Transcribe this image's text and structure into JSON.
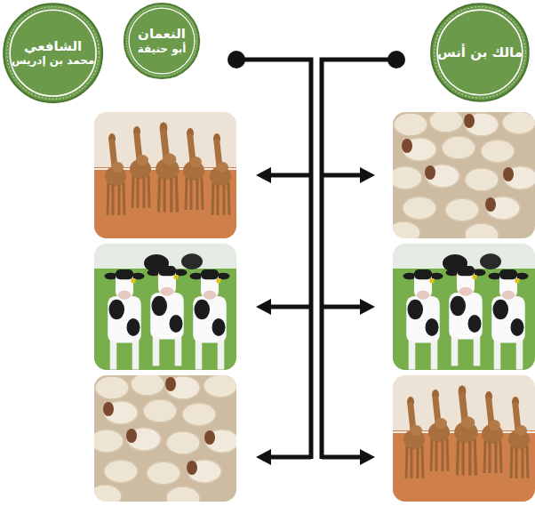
{
  "diagram": {
    "nodes": [
      {
        "text": [
          "مالك بن أنس"
        ]
      },
      {
        "text": [
          "النعمان",
          "أبو حنيفة"
        ]
      },
      {
        "text": [
          "الشافعي",
          "محمد بن إدريس"
        ]
      }
    ]
  }
}
